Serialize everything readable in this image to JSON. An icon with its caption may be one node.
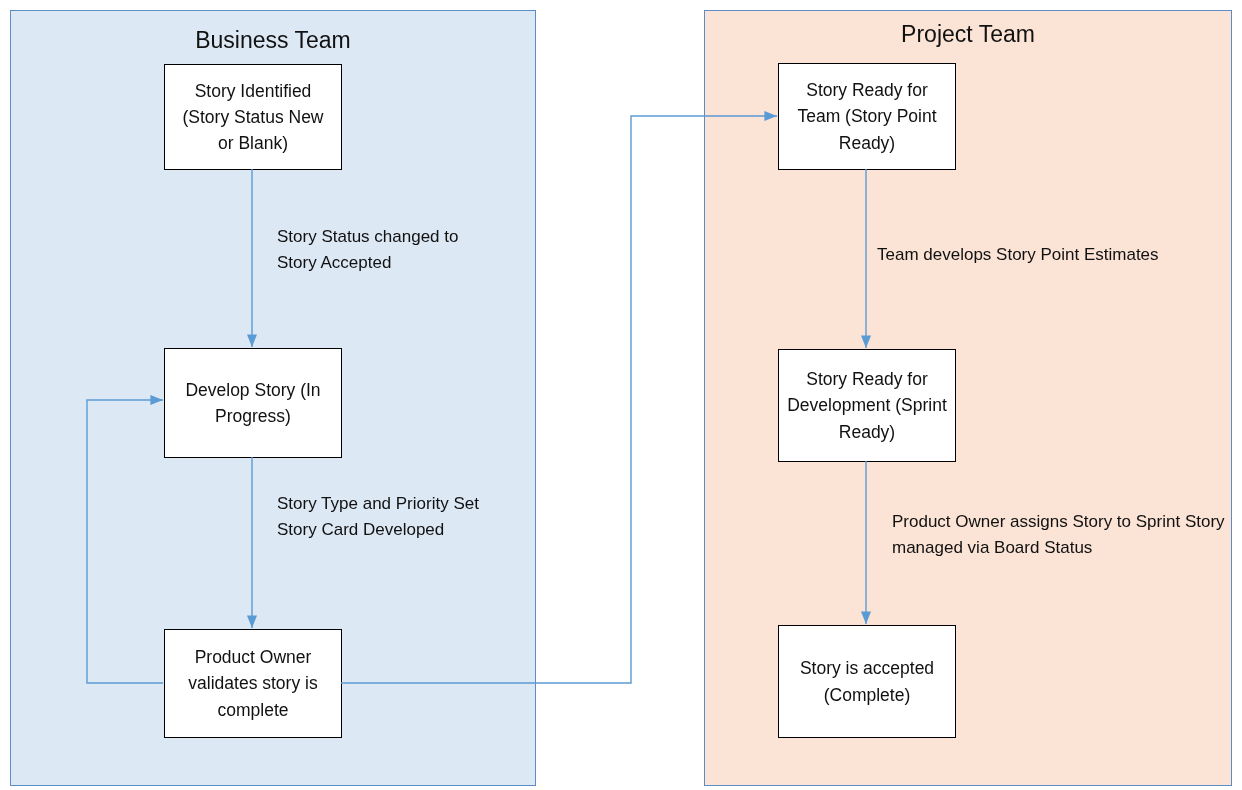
{
  "diagram": {
    "nodes": [
      {
        "text": [
          "Business Team"
        ]
      },
      {
        "text": [
          "Story Identified (Story Status New or Blank)"
        ],
        "in": 0
      },
      {
        "text": [
          "Develop Story (In Progress)"
        ],
        "in": 0
      },
      {
        "text": [
          "Product Owner validates story is complete"
        ],
        "in": 0
      },
      {
        "text": [
          "Project Team"
        ]
      },
      {
        "text": [
          "Story Ready for Team (Story Point Ready)"
        ],
        "in": 4
      },
      {
        "text": [
          "Story Ready for Development (Sprint Ready)"
        ],
        "in": 4
      },
      {
        "text": [
          "Story is accepted (Complete)"
        ],
        "in": 4
      }
    ],
    "edges": [
      {
        "from": 1,
        "to": 2,
        "arrow": "to",
        "label": "Story Status changed to Story Accepted"
      },
      {
        "from": 2,
        "to": 3,
        "arrow": "to",
        "label": "Story Type and Priority Set Story Card Developed"
      },
      {
        "from": 3,
        "to": 2,
        "arrow": "to"
      },
      {
        "from": 3,
        "to": 5,
        "arrow": "to"
      },
      {
        "from": 5,
        "to": 6,
        "arrow": "to",
        "label": "Team develops Story Point Estimates"
      },
      {
        "from": 6,
        "to": 7,
        "arrow": "to",
        "label": "Product Owner assigns Story to Sprint Story managed via Board Status"
      }
    ]
  }
}
